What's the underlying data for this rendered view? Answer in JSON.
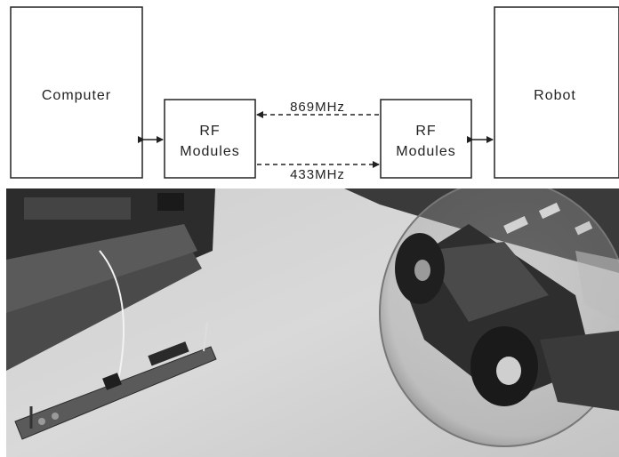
{
  "diagram": {
    "computer_label": "Computer",
    "robot_label": "Robot",
    "rf_left_line1": "RF",
    "rf_left_line2": "Modules",
    "rf_right_line1": "RF",
    "rf_right_line2": "Modules",
    "freq_top": "869MHz",
    "freq_bottom": "433MHz"
  },
  "photo": {
    "subjects": [
      "rf-module-board",
      "spherical-robot"
    ]
  }
}
